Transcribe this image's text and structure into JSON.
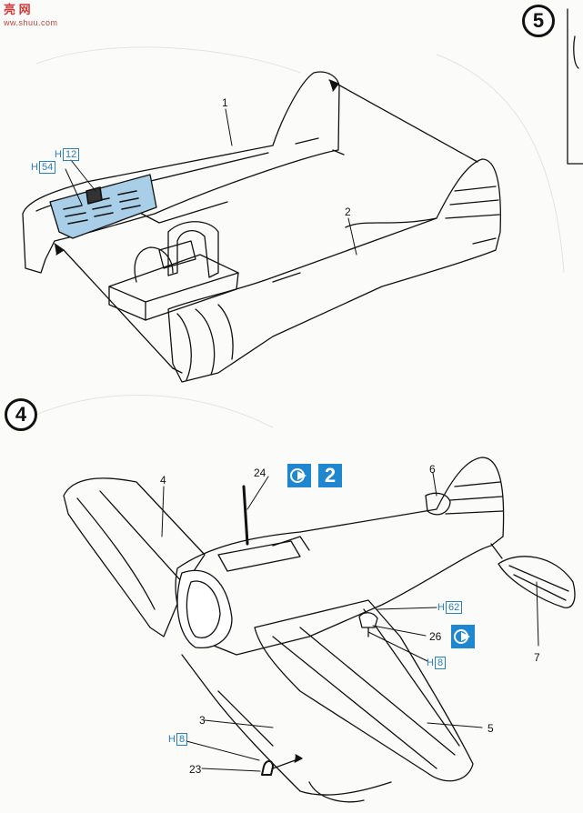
{
  "watermark": {
    "title": "亮 网",
    "url": "ww.shuu.com"
  },
  "steps": {
    "top": "5",
    "bottom": "4"
  },
  "parts": {
    "p1": "1",
    "p2": "2",
    "p3": "3",
    "p4": "4",
    "p5": "5",
    "p6": "6",
    "p7": "7",
    "p23": "23",
    "p24": "24",
    "p26": "26"
  },
  "color_refs": {
    "h12": {
      "prefix": "H",
      "num": "12"
    },
    "h54": {
      "prefix": "H",
      "num": "54"
    },
    "h62": {
      "prefix": "H",
      "num": "62"
    },
    "h8a": {
      "prefix": "H",
      "num": "8"
    },
    "h8b": {
      "prefix": "H",
      "num": "8"
    }
  },
  "cross_ref": {
    "step": "2"
  },
  "colors": {
    "ink": "#111111",
    "accent": "#1f86d0",
    "cockpit_fill": "#a9cfe8",
    "watermark": "#d23a3a"
  }
}
